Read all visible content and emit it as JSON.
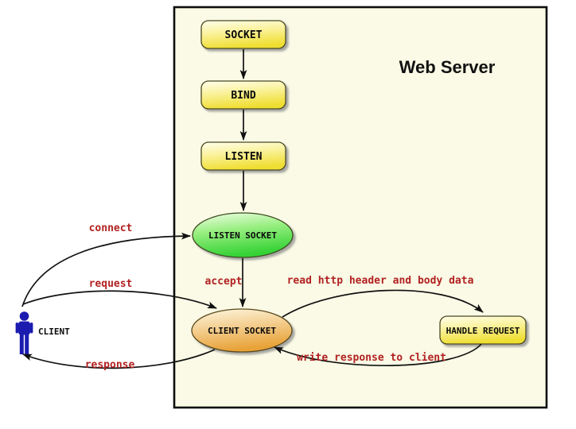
{
  "diagram": {
    "title": "Web Server",
    "client": {
      "label": "CLIENT"
    },
    "nodes": {
      "socket": "SOCKET",
      "bind": "BIND",
      "listen": "LISTEN",
      "listen_socket": "LISTEN SOCKET",
      "client_socket": "CLIENT SOCKET",
      "handle_request": "HANDLE REQUEST"
    },
    "edges": {
      "connect": "connect",
      "request": "request",
      "response": "response",
      "accept": "accept",
      "read": "read http header and body data",
      "write": "write response to client"
    },
    "colors": {
      "canvas_bg": "#ffffff",
      "server_fill": "#fafae6",
      "server_border": "#0d0d0d",
      "node_border": "#4a4a22",
      "yellow_top": "#fffeec",
      "yellow_mid": "#faf29e",
      "yellow_bottom": "#efde33",
      "green_top": "#f2fee9",
      "green_mid": "#97ee7f",
      "green_bottom": "#36d236",
      "orange_top": "#fdf7e0",
      "orange_mid": "#f4d196",
      "orange_bottom": "#e8a238",
      "label_red": "#b22222",
      "arrow_black": "#111111",
      "client_blue": "#1b1bb0",
      "text_black": "#0a0a0a"
    }
  }
}
